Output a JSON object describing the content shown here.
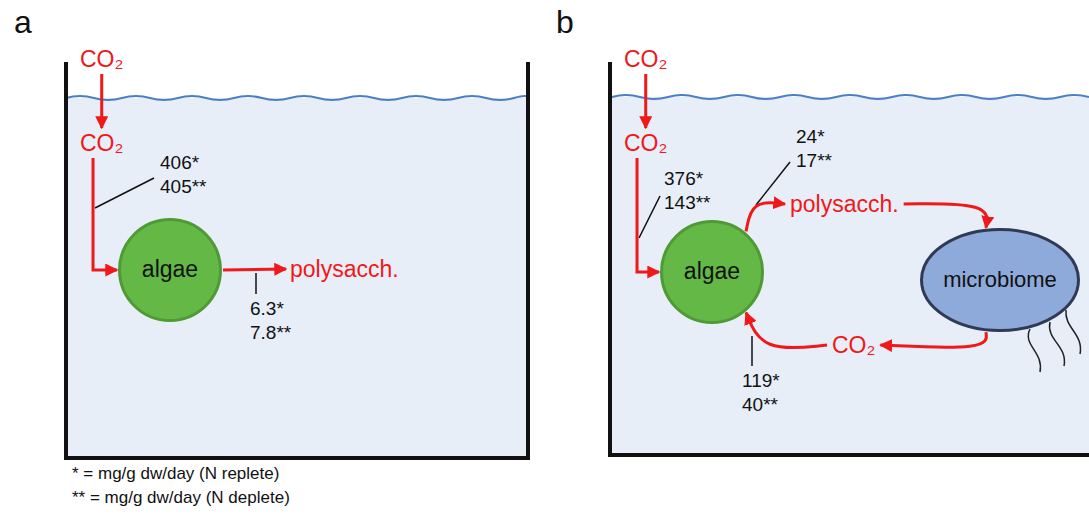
{
  "diagram": {
    "nodes": [
      {
        "text": [
          "CO₂"
        ]
      },
      {
        "text": [
          "CO₂"
        ]
      },
      {
        "text": [
          "algae"
        ]
      },
      {
        "text": [
          "polysacch."
        ]
      },
      {
        "text": [
          "CO₂"
        ]
      },
      {
        "text": [
          "CO₂"
        ]
      },
      {
        "text": [
          "algae"
        ]
      },
      {
        "text": [
          "polysacch."
        ]
      },
      {
        "text": [
          "microbiome"
        ]
      },
      {
        "text": [
          "CO₂"
        ]
      }
    ],
    "edges": [
      {
        "from": 0,
        "to": 1,
        "arrow": "to"
      },
      {
        "from": 1,
        "to": 2,
        "arrow": "to"
      },
      {
        "from": 2,
        "to": 3,
        "arrow": "to"
      },
      {
        "from": 4,
        "to": 5,
        "arrow": "to"
      },
      {
        "from": 5,
        "to": 6,
        "arrow": "to"
      },
      {
        "from": 6,
        "to": 7,
        "arrow": "to"
      },
      {
        "from": 7,
        "to": 8,
        "arrow": "to"
      },
      {
        "from": 8,
        "to": 9,
        "arrow": "to"
      },
      {
        "from": 9,
        "to": 6,
        "arrow": "to"
      }
    ],
    "labels": [
      "a",
      "b",
      "406*",
      "405**",
      "6.3*",
      "7.8**",
      "* = mg/g dw/day (N replete)",
      "** = mg/g dw/day (N deplete)",
      "376*",
      "143**",
      "24*",
      "17**",
      "119*",
      "40**"
    ]
  }
}
